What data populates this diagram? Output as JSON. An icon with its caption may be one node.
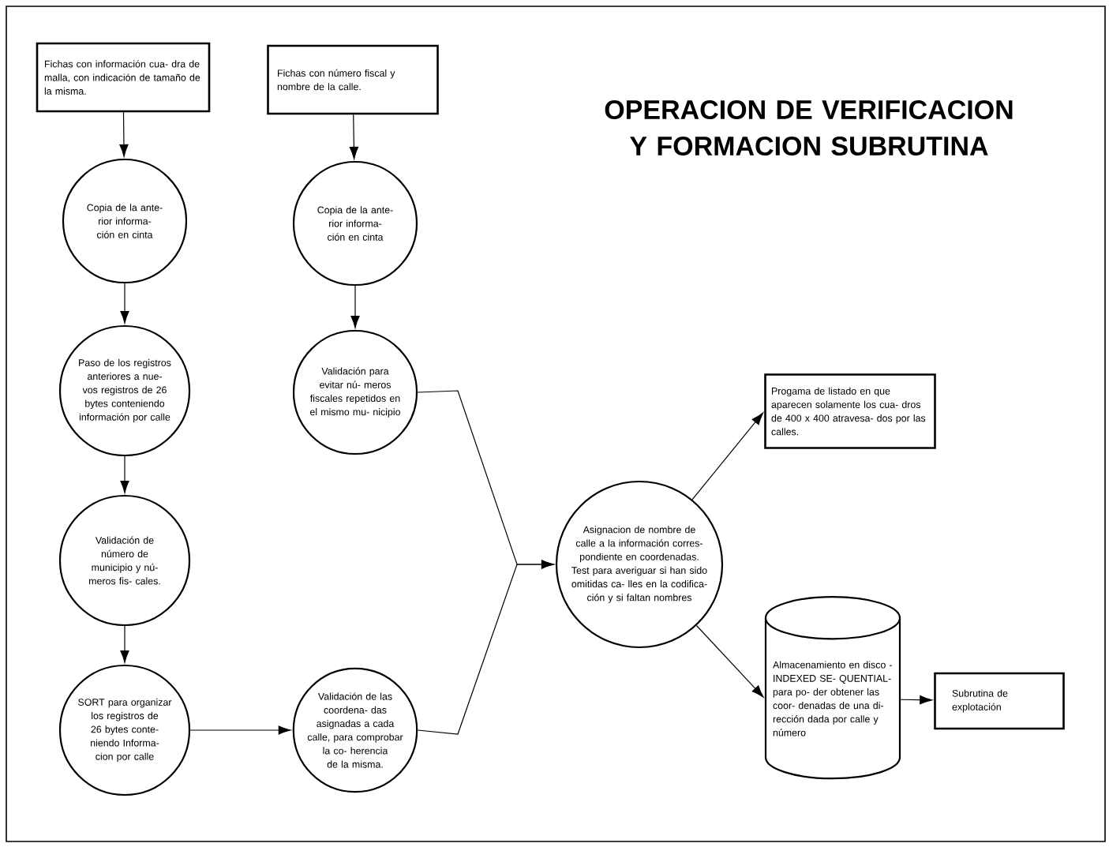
{
  "diagram": {
    "title": "OPERACION DE VERIFICACION Y FORMACION SUBRUTINA",
    "nodes": [
      {
        "text": [
          "Fichas con información cua- dra de malla, con indicación de tamaño de la misma."
        ]
      },
      {
        "text": [
          "Fichas con número fiscal y nombre de la calle."
        ]
      },
      {
        "text": [
          "Copia de la ante- rior informa- ción en cinta"
        ]
      },
      {
        "text": [
          "Copia de la ante- rior informa- ción en cinta"
        ]
      },
      {
        "text": [
          "Paso de los registros anteriores a nue- vos registros de 26 bytes conteniendo información por calle"
        ]
      },
      {
        "text": [
          "Validación para evitar nú- meros fiscales repetidos en el mismo mu- nicipio"
        ]
      },
      {
        "text": [
          "Validación de número de municipio y nú- meros fis- cales."
        ]
      },
      {
        "text": [
          "SORT para organizar los registros de 26 bytes conte- niendo Informa- cion por calle"
        ]
      },
      {
        "text": [
          "Validación de las coordena- das asignadas a cada calle, para comprobar la co- herencia de la misma."
        ]
      },
      {
        "text": [
          "Asignacion de nombre de calle a la información corres- pondiente en coordenadas. Test para averiguar si han sido omitidas ca- lles en la codifica- ción y si faltan nombres"
        ]
      },
      {
        "text": [
          "Progama de listado en que aparecen solamente los cua- dros de 400 x 400 atravesa- dos por las calles."
        ]
      },
      {
        "text": [
          "Almacenamiento en disco -INDEXED SE- QUENTIAL- para po- der obtener las coor- denadas de una di- rección dada por calle y número"
        ]
      },
      {
        "text": [
          "Subrutina de explotación"
        ]
      }
    ],
    "edges": [
      {
        "from": 0,
        "to": 2,
        "arrow": "to"
      },
      {
        "from": 1,
        "to": 3,
        "arrow": "to"
      },
      {
        "from": 2,
        "to": 4,
        "arrow": "to"
      },
      {
        "from": 4,
        "to": 6,
        "arrow": "to"
      },
      {
        "from": 6,
        "to": 7,
        "arrow": "to"
      },
      {
        "from": 3,
        "to": 5,
        "arrow": "to"
      },
      {
        "from": 7,
        "to": 8,
        "arrow": "to"
      },
      {
        "from": 5,
        "to": 9,
        "arrow": "to"
      },
      {
        "from": 8,
        "to": 9,
        "arrow": "to"
      },
      {
        "from": 9,
        "to": 10,
        "arrow": "to"
      },
      {
        "from": 9,
        "to": 11,
        "arrow": "to"
      },
      {
        "from": 11,
        "to": 12,
        "arrow": "to"
      }
    ]
  }
}
